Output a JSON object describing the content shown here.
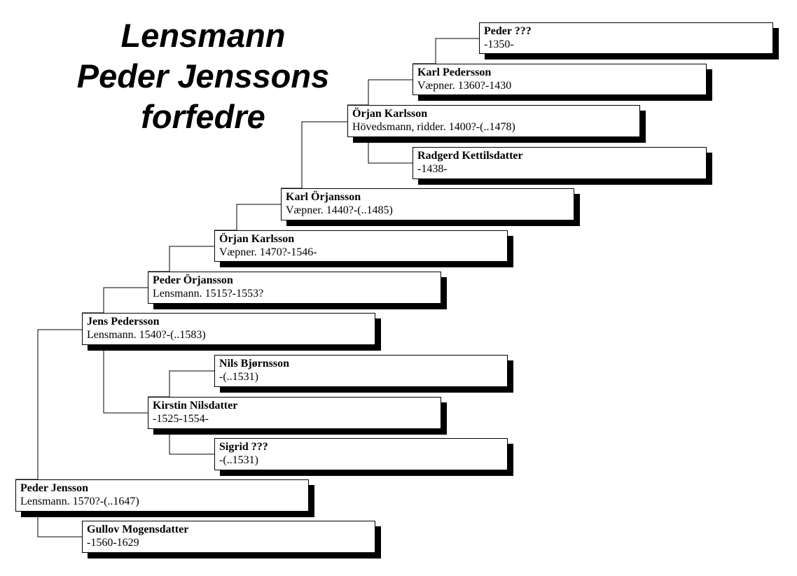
{
  "title": {
    "line1": "Lensmann",
    "line2": "Peder Jenssons",
    "line3": "forfedre"
  },
  "people": {
    "p01": {
      "name": "Peder ???",
      "info": "-1350-"
    },
    "p02": {
      "name": "Karl Pedersson",
      "info": "Væpner.  1360?-1430"
    },
    "p03": {
      "name": "Örjan Karlsson",
      "info": "Hövedsmann, ridder.  1400?-(..1478)"
    },
    "p04": {
      "name": "Radgerd Kettilsdatter",
      "info": "-1438-"
    },
    "p05": {
      "name": "Karl Örjansson",
      "info": "Væpner.  1440?-(..1485)"
    },
    "p06": {
      "name": "Örjan Karlsson",
      "info": "Væpner.  1470?-1546-"
    },
    "p07": {
      "name": "Peder Örjansson",
      "info": "Lensmann.  1515?-1553?"
    },
    "p08": {
      "name": "Jens Pedersson",
      "info": "Lensmann.  1540?-(..1583)"
    },
    "p09": {
      "name": "Nils Bjørnsson",
      "info": "-(..1531)"
    },
    "p10": {
      "name": "Kirstin Nilsdatter",
      "info": "-1525-1554-"
    },
    "p11": {
      "name": "Sigrid  ???",
      "info": "-(..1531)"
    },
    "p12": {
      "name": "Peder Jensson",
      "info": "Lensmann.  1570?-(..1647)"
    },
    "p13": {
      "name": "Gullov Mogensdatter",
      "info": "-1560-1629"
    }
  }
}
